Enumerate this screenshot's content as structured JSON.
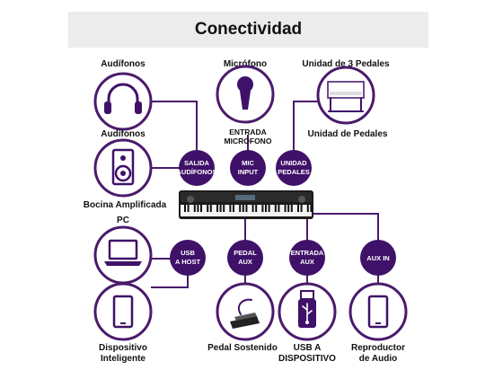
{
  "title": "Conectividad",
  "labels": {
    "headphones_top": "Audífonos",
    "microphone": "Micrófono",
    "pedal_unit_top": "Unidad de 3 Pedales",
    "headphones_mid": "Audífonos",
    "pedal_unit_mid": "Unidad de Pedales",
    "mic_input_line1": "ENTRADA",
    "mic_input_line2": "MICROFONO",
    "speaker": "Bocina Amplificada",
    "pc": "PC",
    "smart_device_line1": "Dispositivo",
    "smart_device_line2": "Inteligente",
    "sustain_pedal": "Pedal Sostenido",
    "usb_device_line1": "USB A",
    "usb_device_line2": "DISPOSITIVO",
    "audio_player_line1": "Reproductor",
    "audio_player_line2": "de Audio"
  },
  "ports": {
    "headphone_out": [
      "SALIDA",
      "AUDÍFONOS"
    ],
    "mic_input": [
      "MIC",
      "INPUT"
    ],
    "pedal_unit": [
      "UNIDAD",
      "PEDALES"
    ],
    "usb_host": [
      "USB",
      "A HOST"
    ],
    "pedal_aux": [
      "PEDAL",
      "AUX"
    ],
    "aux_input": [
      "ENTRADA",
      "AUX"
    ],
    "aux_in": [
      "AUX IN"
    ]
  },
  "colors": {
    "accent": "#3f1168",
    "ring": "#4a1a6b",
    "title_band": "#ececec"
  }
}
